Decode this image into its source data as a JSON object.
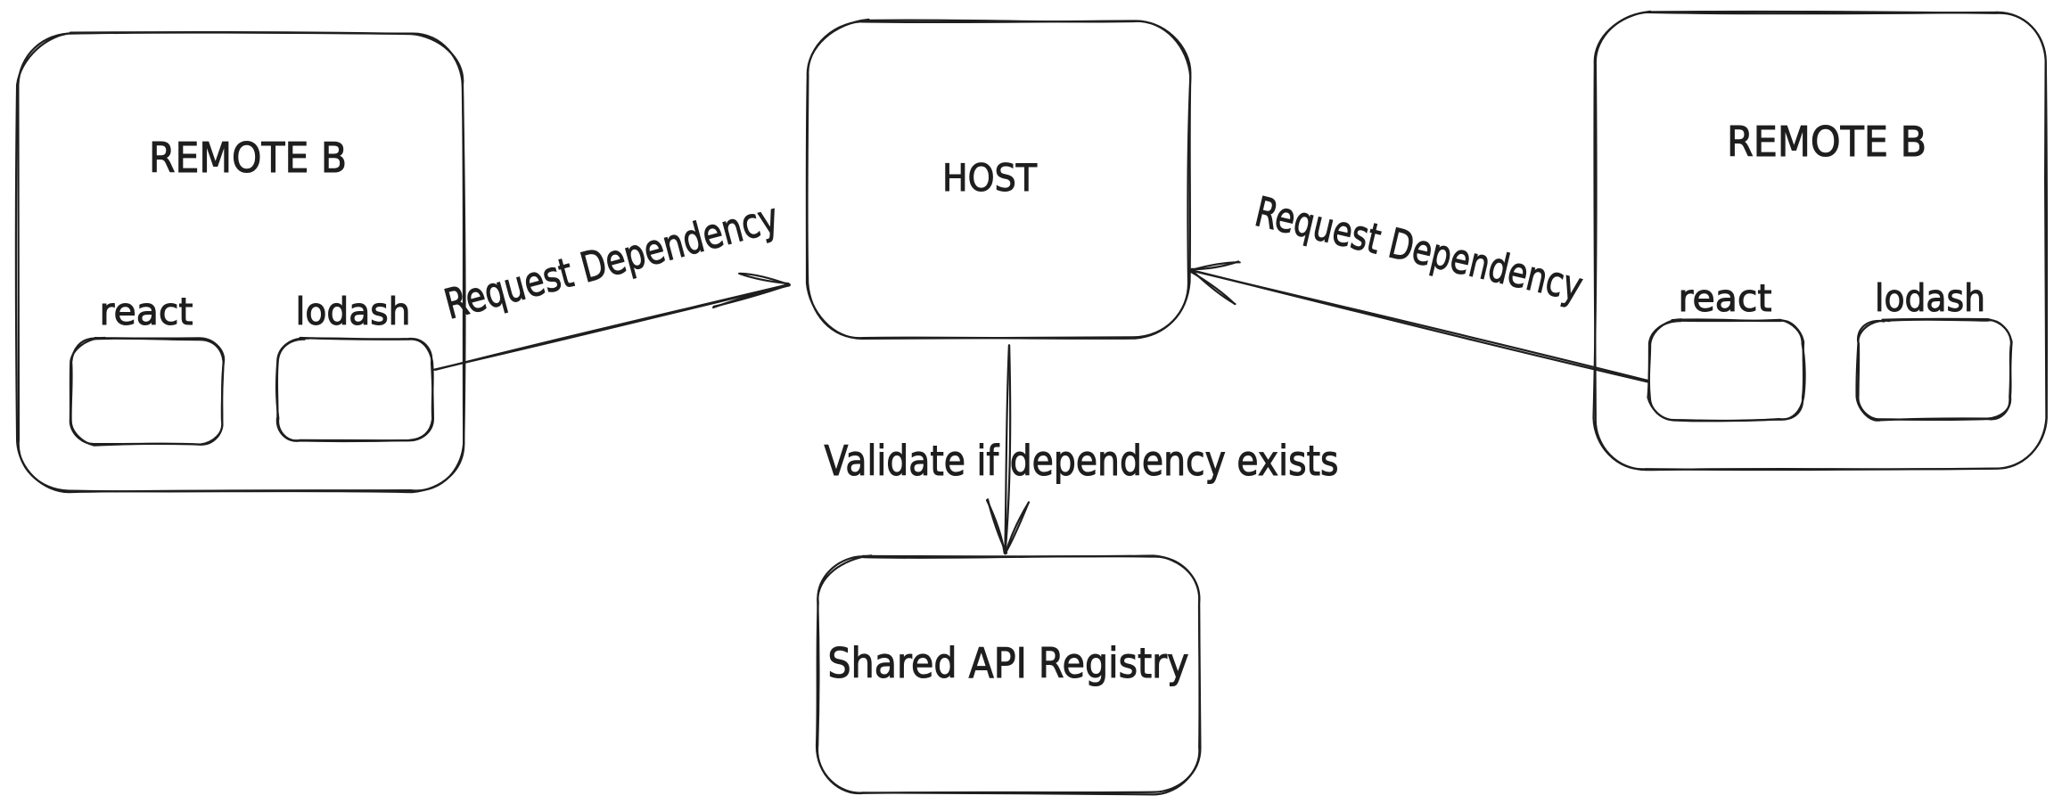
{
  "canvas": {
    "background_color": "#ffffff",
    "stroke_color": "#1e1e1e",
    "style": "hand-drawn whiteboard diagram"
  },
  "nodes": {
    "remote_left": {
      "label": "REMOTE B"
    },
    "remote_left_react": {
      "label": "react"
    },
    "remote_left_lodash": {
      "label": "lodash"
    },
    "host": {
      "label": "HOST"
    },
    "registry": {
      "label": "Shared API Registry"
    },
    "remote_right": {
      "label": "REMOTE B"
    },
    "remote_right_react": {
      "label": "react"
    },
    "remote_right_lodash": {
      "label": "lodash"
    }
  },
  "edges": {
    "request_left": {
      "label": "Request Dependency",
      "from": "remote_left_lodash",
      "to": "host"
    },
    "request_right": {
      "label": "Request Dependency",
      "from": "remote_right_react",
      "to": "host"
    },
    "validate": {
      "label": "Validate if dependency exists",
      "from": "host",
      "to": "registry"
    }
  }
}
